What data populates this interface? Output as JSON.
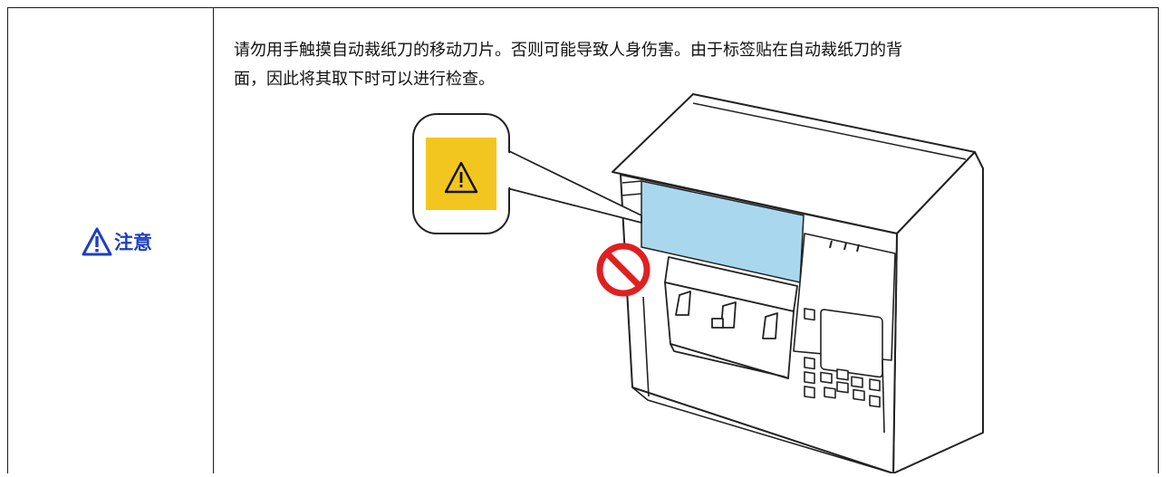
{
  "caution": {
    "label": "注意",
    "icon": "warning-triangle-icon",
    "color": "#1d3fbf"
  },
  "message": {
    "line1": "请勿用手触摸自动裁纸刀的移动刀片。否则可能导致人身伤害。由于标签贴在自动裁纸刀的背",
    "line2": "面，因此将其取下时可以进行检查。"
  },
  "illustration": {
    "subject": "label-printer",
    "callout_icon": "warning-triangle-icon",
    "callout_color": "#f2c61f",
    "cutter_highlight_color": "#a9d7ee",
    "prohibition_icon": "no-touch-icon",
    "prohibition_color": "#e02020"
  }
}
